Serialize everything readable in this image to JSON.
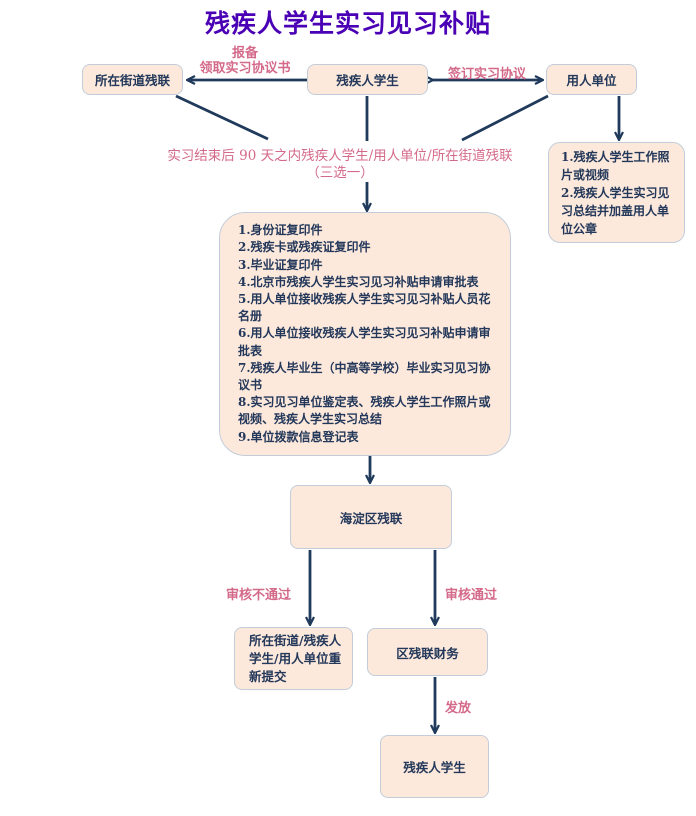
{
  "title": "残疾人学生实习见习补贴",
  "nodes": {
    "street": "所在街道残联",
    "student": "残疾人学生",
    "employer": "用人单位",
    "employer_materials": [
      "1.残疾人学生工作照片或视频",
      "2.残疾人学生实习见习总结并加盖用人单位公章"
    ],
    "documents": [
      "1.身份证复印件",
      "2.残疾卡或残疾证复印件",
      "3.毕业证复印件",
      "4.北京市残疾人学生实习见习补贴申请审批表",
      "5.用人单位接收残疾人学生实习见习补贴人员花名册",
      "6.用人单位接收残疾人学生实习见习补贴申请审批表",
      "7.残疾人毕业生（中高等学校）毕业实习见习协议书",
      "8.实习见习单位鉴定表、残疾人学生工作照片或视频、残疾人学生实习总结",
      "9.单位拨款信息登记表"
    ],
    "district": "海淀区残联",
    "resubmit": "所在街道/残疾人学生/用人单位重新提交",
    "finance": "区残联财务",
    "recipient": "残疾人学生"
  },
  "edges": {
    "report_line1": "报备",
    "report_line2": "领取实习协议书",
    "sign": "签订实习协议",
    "submit_note_line1": "实习结束后 90 天之内残疾人学生/用人单位/所在街道残联",
    "submit_note_line2": "（三选一）",
    "rejected": "审核不通过",
    "approved": "审核通过",
    "disburse": "发放"
  },
  "colors": {
    "title": "#4a00b4",
    "box_fill": "#fde9dc",
    "box_border": "#c3cdda",
    "text": "#23385a",
    "edge_label": "#d46a8a",
    "line": "#203a5c"
  }
}
